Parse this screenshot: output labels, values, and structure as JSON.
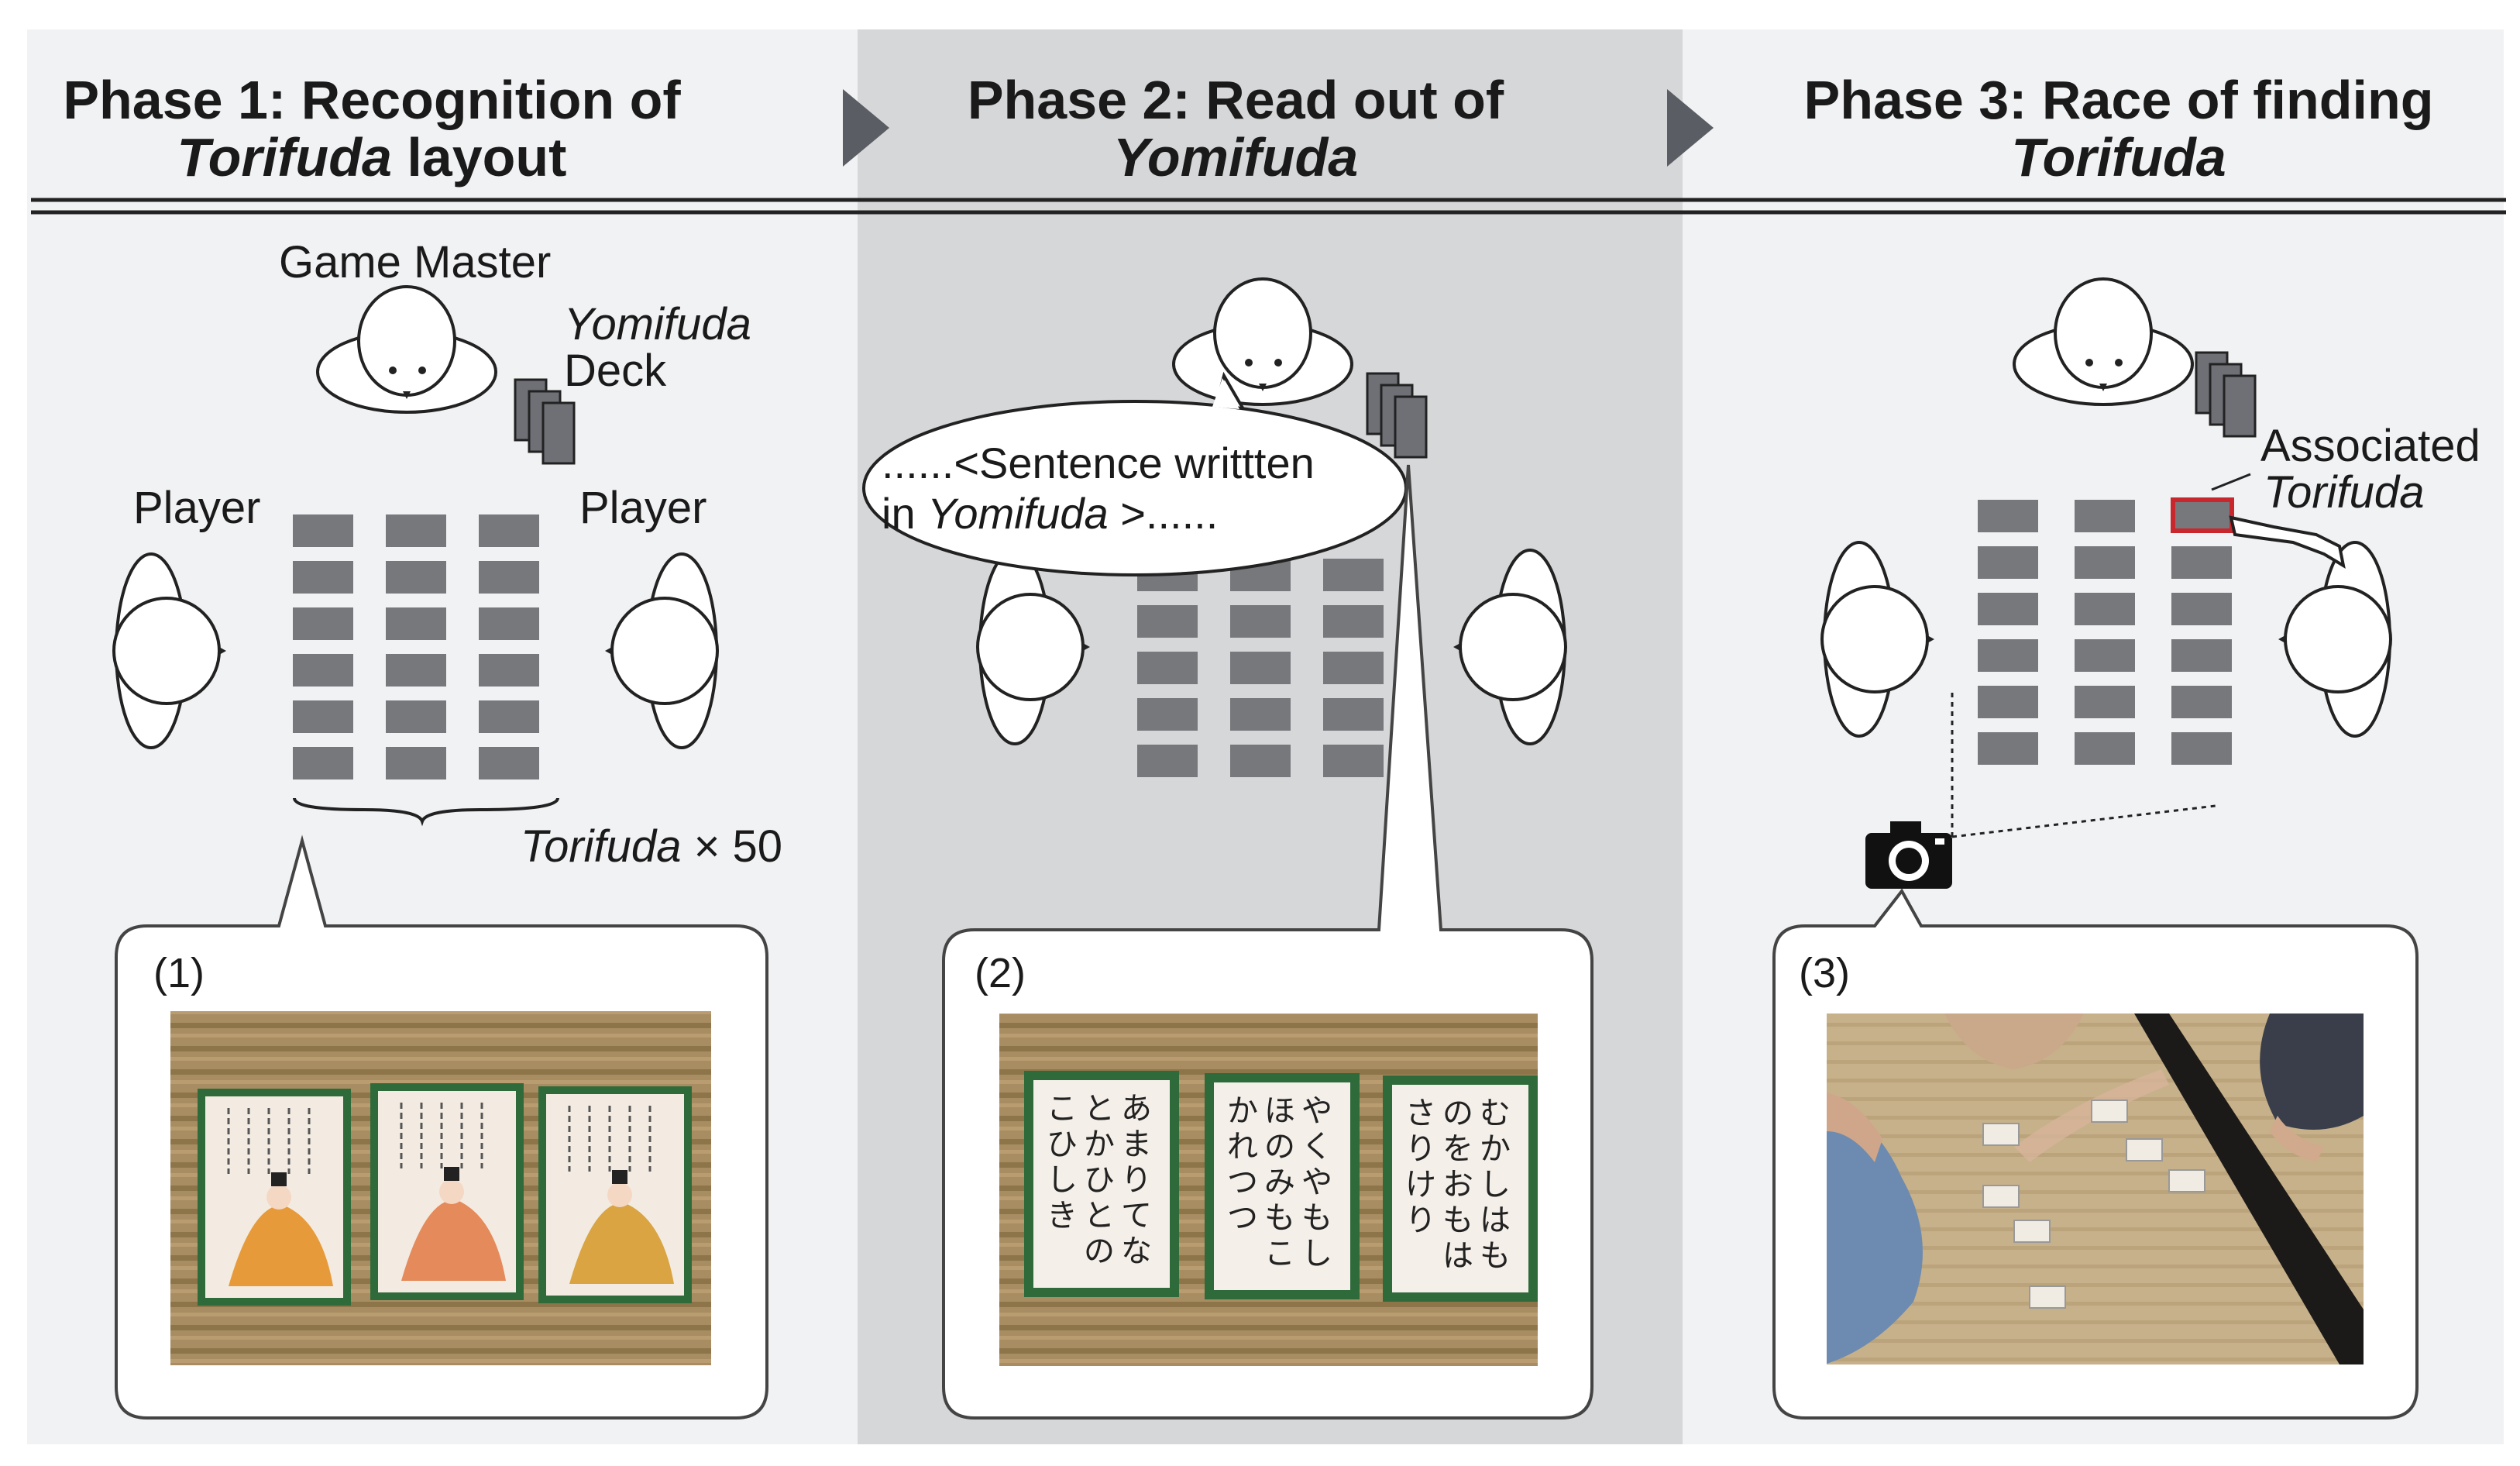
{
  "phases": [
    {
      "title_line1": "Phase 1: Recognition of",
      "title_italic": "Torifuda",
      "title_rest": " layout"
    },
    {
      "title_line1": "Phase 2: Read out of",
      "title_italic": "Yomifuda",
      "title_rest": ""
    },
    {
      "title_line1": "Phase 3: Race of finding",
      "title_italic": "Torifuda",
      "title_rest": ""
    }
  ],
  "labels": {
    "game_master": "Game Master",
    "yomifuda": "Yomifuda",
    "deck": "Deck",
    "player_left": "Player",
    "player_right": "Player",
    "torifuda_count_italic": "Torifuda",
    "torifuda_count_rest": " × 50",
    "speech_line1": "......<Sentence writtten",
    "speech_in": "in ",
    "speech_italic": "Yomifuda",
    "speech_end": " >......",
    "associated": "Associated",
    "associated_italic": "Torifuda"
  },
  "photos": [
    {
      "label": "(1)"
    },
    {
      "label": "(2)"
    },
    {
      "label": "(3)"
    }
  ],
  "hiragana_cards": [
    {
      "columns": [
        "あまりてな",
        "とかひとの",
        "こひしき"
      ]
    },
    {
      "columns": [
        "やくやもし",
        "ほのみもこ",
        "かれつつ"
      ]
    },
    {
      "columns": [
        "むかしはも",
        "のをおもは",
        "さりけり"
      ]
    }
  ],
  "colors": {
    "panel_light": "#f1f2f4",
    "panel_dark": "#d6d7d9",
    "card_gray": "#76787c",
    "highlight": "#c8282d",
    "tatami": "#a48a5f"
  }
}
